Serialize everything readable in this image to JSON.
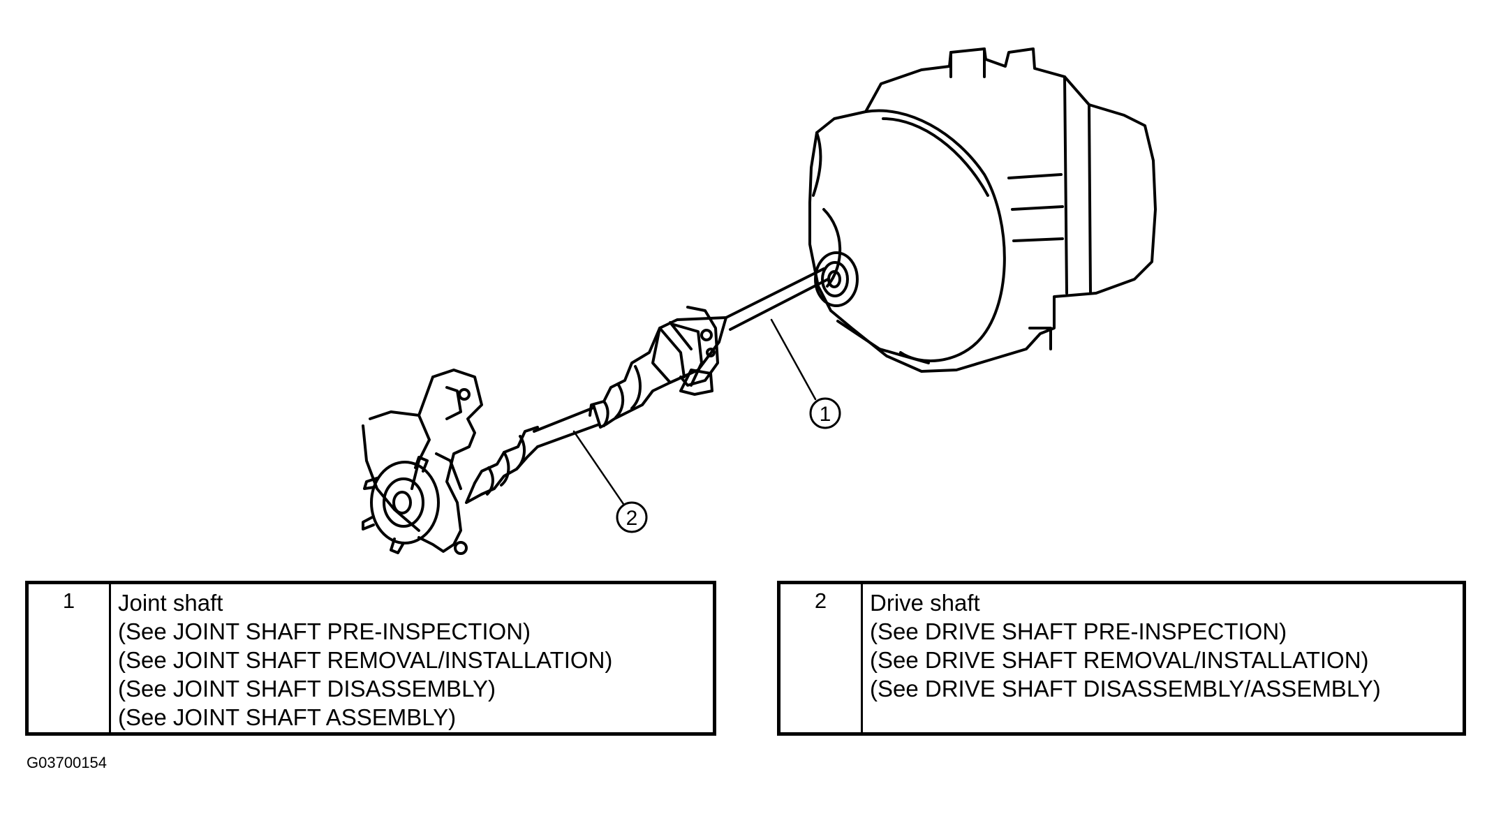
{
  "callouts": {
    "one": "1",
    "two": "2"
  },
  "legend": [
    {
      "number": "1",
      "title": "Joint shaft",
      "refs": [
        "(See JOINT SHAFT PRE-INSPECTION)",
        "(See JOINT SHAFT REMOVAL/INSTALLATION)",
        "(See JOINT SHAFT DISASSEMBLY)",
        "(See JOINT SHAFT ASSEMBLY)"
      ]
    },
    {
      "number": "2",
      "title": "Drive shaft",
      "refs": [
        "(See DRIVE SHAFT PRE-INSPECTION)",
        "(See DRIVE SHAFT REMOVAL/INSTALLATION)",
        "(See DRIVE SHAFT DISASSEMBLY/ASSEMBLY)"
      ]
    }
  ],
  "figure_id": "G03700154"
}
